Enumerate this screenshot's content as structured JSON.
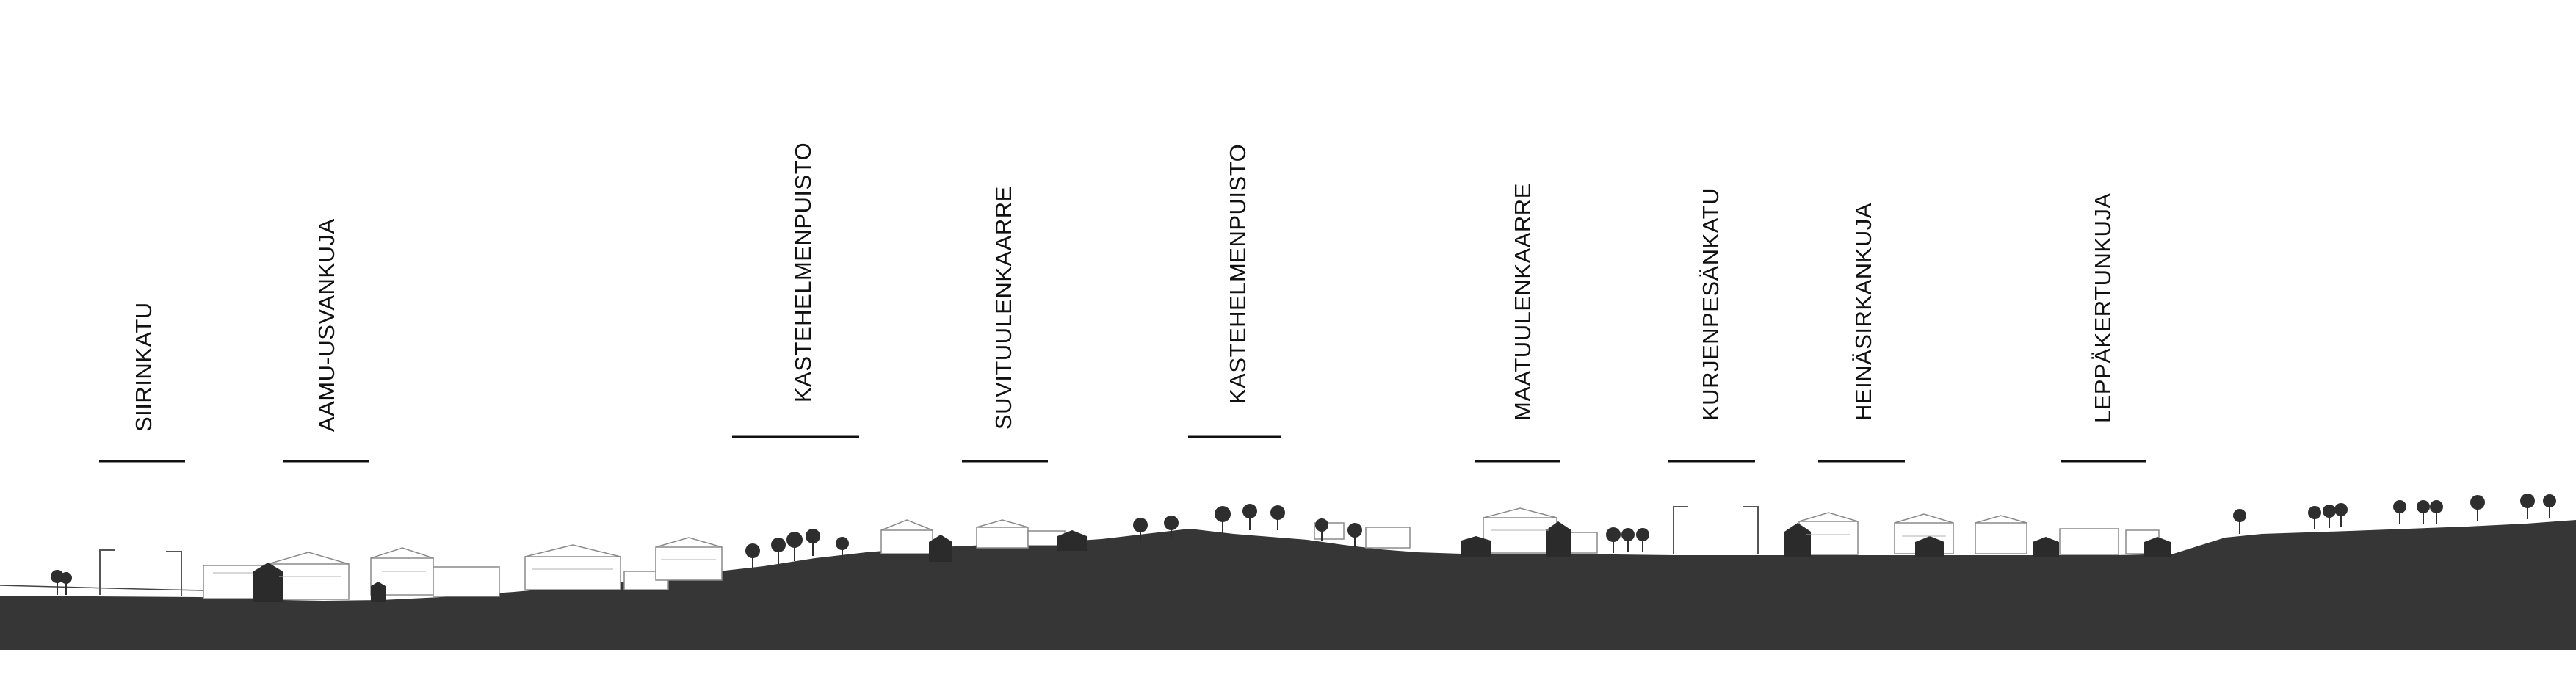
{
  "streets": [
    {
      "label": "SIIRINKATU"
    },
    {
      "label": "AAMU-USVANKUJA"
    },
    {
      "label": "KASTEHELMENPUISTO"
    },
    {
      "label": "SUVITUULENKAARRE"
    },
    {
      "label": "KASTEHELMENPUISTO"
    },
    {
      "label": "MAATUULENKAARRE"
    },
    {
      "label": "KURJENPESÄNKATU"
    },
    {
      "label": "HEINÄSIRKANKUJA"
    },
    {
      "label": "LEPPÄKERTUNKUJA"
    }
  ],
  "colors": {
    "ground": "#363636",
    "tree": "#2e2e2e",
    "building_outline": "#8a8a8a",
    "building_dark": "#2b2b2b",
    "label": "#111111"
  }
}
